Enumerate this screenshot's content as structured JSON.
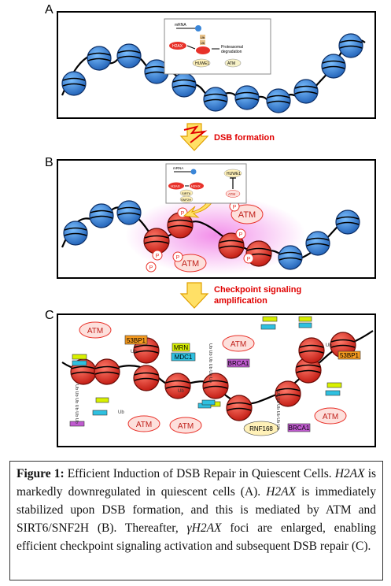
{
  "panels": {
    "a": {
      "label": "A",
      "inset": {
        "mrna": "mRNA",
        "h2ax": "H2AX",
        "ub": "Ub",
        "ub2": "Ub",
        "proteasomal": "Proteasomal",
        "degradation": "degradation",
        "huwe1": "HUWE1",
        "atm": "ATM"
      }
    },
    "b": {
      "label": "B",
      "inset": {
        "mrna": "mRNA",
        "h2ax": "H2AX",
        "sirt6": "SIRT6",
        "snf2h": "SNF2H",
        "huwe1": "HUWE1",
        "atm": "ATM"
      },
      "atm_label": "ATM",
      "atm_label2": "ATM",
      "p": "P"
    },
    "c": {
      "label": "C",
      "labels": {
        "p53bp1": "53BP1",
        "mrn": "MRN",
        "mdc1": "MDC1",
        "brca1": "BRCA1",
        "brca1b": "BRCA1",
        "p53bp1b": "53BP1",
        "rnf168": "RNF168",
        "atm": "ATM",
        "ub": "Ub",
        "ubchain": "Ub Ub Ub Ub Ub Ub"
      }
    }
  },
  "arrows": {
    "dsb": "DSB formation",
    "checkpoint_line1": "Checkpoint signaling",
    "checkpoint_line2": "amplification"
  },
  "caption": {
    "figure_label": "Figure 1:",
    "title": "Efficient Induction of DSB Repair in Quiescent Cells.",
    "gene": "H2AX",
    "text1": "is markedly downregulated in quiescent cells (A).",
    "gene2": "H2AX",
    "text2": "is immediately stabilized upon DSB formation, and this is mediated by ATM and SIRT6/SNF2H (B). Thereafter,",
    "gene3": "γH2AX",
    "text3": "foci are enlarged, enabling efficient checkpoint signaling activation and subsequent DSB repair (C)."
  },
  "colors": {
    "nucleosome_blue": "#3a86d8",
    "nucleosome_red": "#e8322a",
    "arrow_fill": "#ffe066",
    "arrow_text": "#e00000",
    "glow": "#f07be6"
  }
}
